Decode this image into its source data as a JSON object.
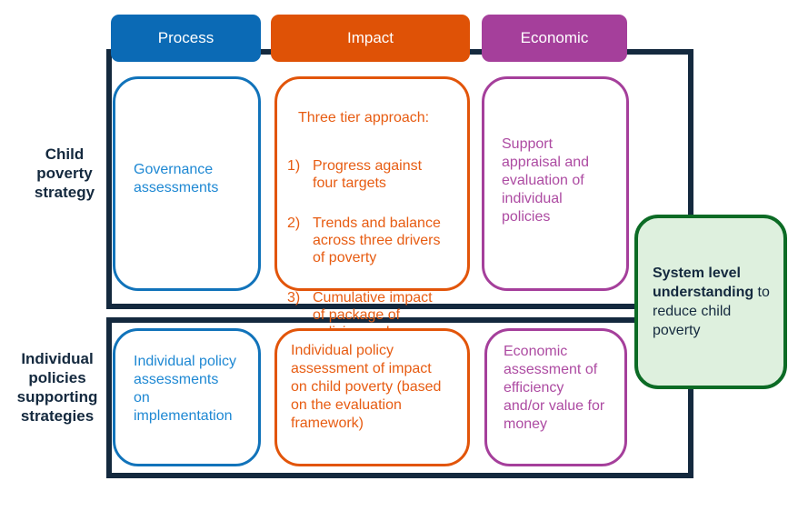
{
  "colors": {
    "process_blue": "#0b6ab5",
    "impact_orange": "#df5206",
    "economic_purple": "#a53f9b",
    "frame_navy": "#14293e",
    "outcome_green_border": "#0c6b25",
    "outcome_green_fill": "#def0de"
  },
  "columns": {
    "process": {
      "label": "Process"
    },
    "impact": {
      "label": "Impact"
    },
    "economic": {
      "label": "Economic"
    }
  },
  "rows": {
    "strategy": {
      "label": "Child\npoverty\nstrategy",
      "process": "Governance\nassessments",
      "impact_title": "Three tier approach:",
      "impact_items": [
        {
          "num": "1)",
          "text": "Progress against\nfour targets"
        },
        {
          "num": "2)",
          "text": "Trends and balance\nacross three drivers\nof poverty"
        },
        {
          "num": "3)",
          "text": "Cumulative impact\nof package of\npolicies and\nsystems"
        }
      ],
      "economic": "Support\nappraisal and\nevaluation of\nindividual\npolicies"
    },
    "policies": {
      "label": "Individual\npolicies\nsupporting\nstrategies",
      "process": "Individual policy\nassessments\non\nimplementation",
      "impact": "Individual policy\nassessment of impact\non child poverty (based\non the evaluation\nframework)",
      "economic": "Economic\nassessment of\nefficiency\nand/or value for\nmoney"
    }
  },
  "outcome": {
    "bold": "System level understanding",
    "rest": " to reduce child poverty"
  }
}
